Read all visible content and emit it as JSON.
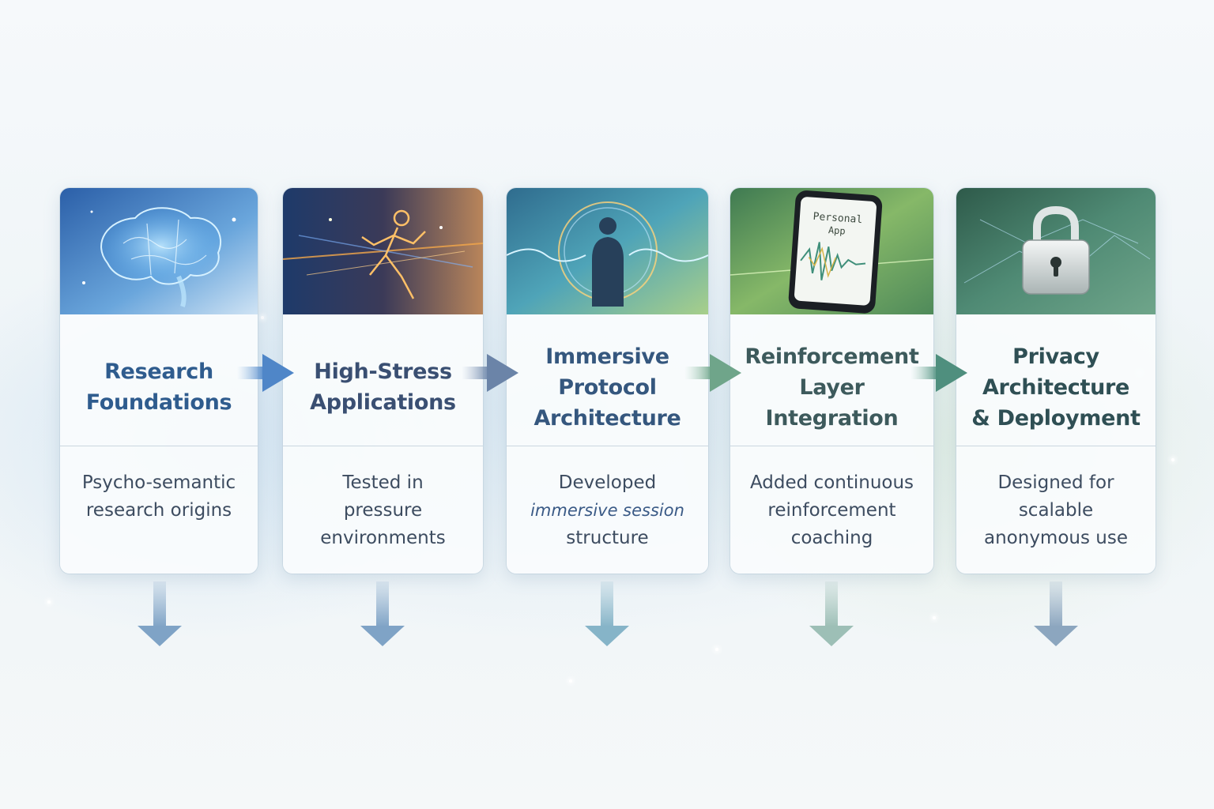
{
  "stages": [
    {
      "title_lines": [
        "Research",
        "Foundations"
      ],
      "desc_lines": [
        "Psycho-semantic",
        "research origins"
      ],
      "title_color": "#2f5c8e",
      "icon": "brain-icon"
    },
    {
      "title_lines": [
        "High-Stress",
        "Applications"
      ],
      "desc_lines": [
        "Tested in",
        "pressure",
        "environments"
      ],
      "title_color": "#3a4f72",
      "icon": "runner-icon"
    },
    {
      "title_lines": [
        "Immersive",
        "Protocol",
        "Architecture"
      ],
      "desc_lines": [
        "Developed",
        "immersive session",
        "structure"
      ],
      "title_color": "#35577e",
      "icon": "meditating-figure-icon"
    },
    {
      "title_lines": [
        "Reinforcement",
        "Layer",
        "Integration"
      ],
      "desc_lines": [
        "Added continuous",
        "reinforcement",
        "coaching"
      ],
      "title_color": "#3d5a5c",
      "icon": "phone-app-icon"
    },
    {
      "title_lines": [
        "Privacy",
        "Architecture",
        "& Deployment"
      ],
      "desc_lines": [
        "Designed for",
        "scalable",
        "anonymous use"
      ],
      "title_color": "#2f4f54",
      "icon": "padlock-icon"
    }
  ],
  "phone_screen_text": [
    "Personal",
    "App"
  ],
  "colors": {
    "arrow_blue": "#4f86c8",
    "arrow_slate": "#6b84a8",
    "arrow_green": "#6fa58a",
    "arrow_teal": "#4f8f7e",
    "down_arrow": "#7fa3c6"
  }
}
